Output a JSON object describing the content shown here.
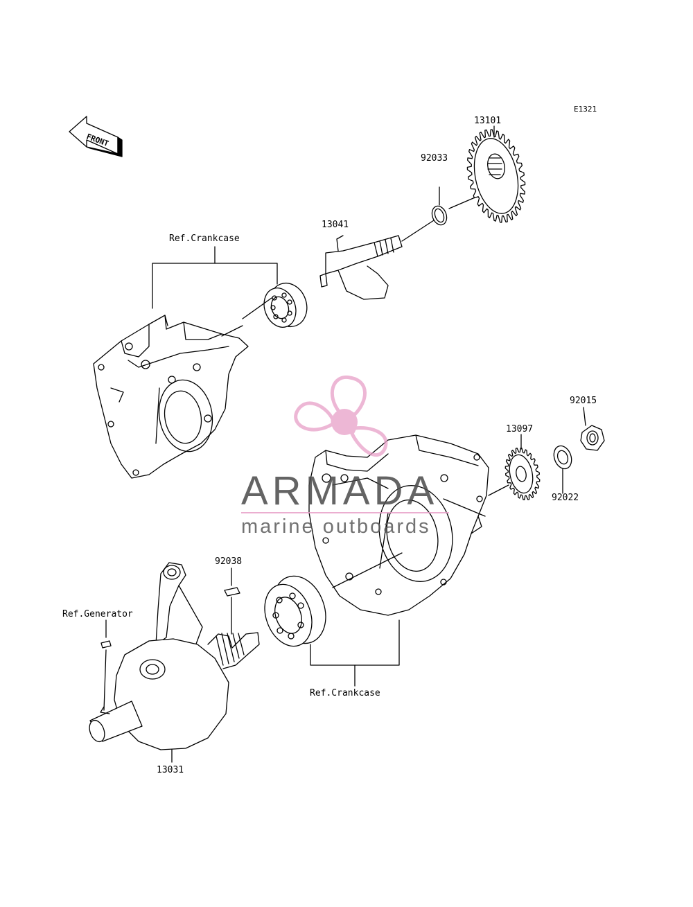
{
  "diagram_code": "E1321",
  "front_label": "FRONT",
  "parts": {
    "p13101": "13101",
    "p92033": "92033",
    "p13041": "13041",
    "p92015": "92015",
    "p13097": "13097",
    "p92022": "92022",
    "p92038": "92038",
    "p13031": "13031"
  },
  "references": {
    "crankcase_upper": "Ref.Crankcase",
    "crankcase_lower": "Ref.Crankcase",
    "generator": "Ref.Generator"
  },
  "watermark": {
    "brand": "ARMADA",
    "tagline": "marine outboards"
  }
}
